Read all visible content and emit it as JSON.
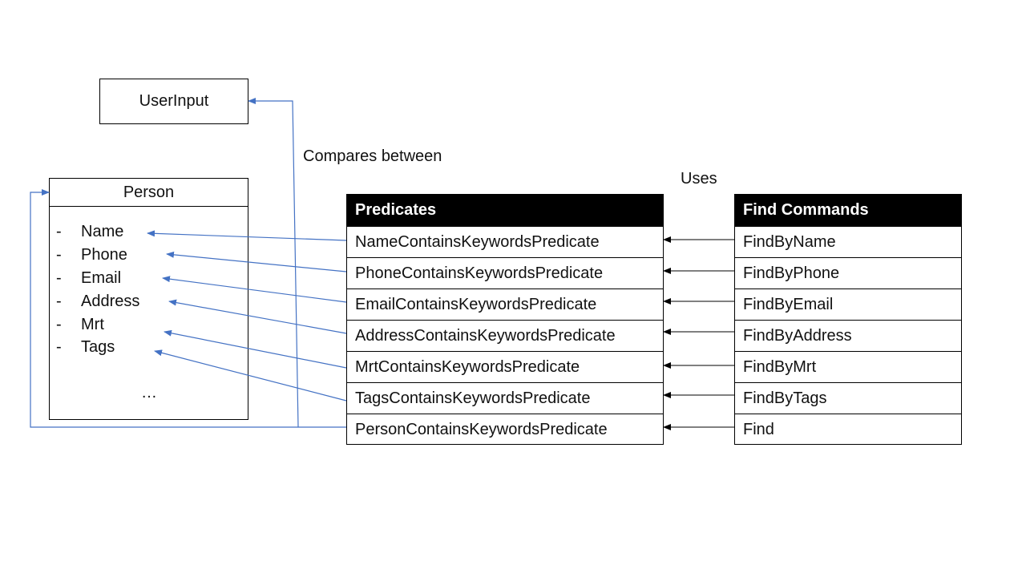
{
  "user_input": {
    "label": "UserInput"
  },
  "person": {
    "title": "Person",
    "fields": [
      {
        "dash": "-",
        "name": "Name"
      },
      {
        "dash": "-",
        "name": "Phone"
      },
      {
        "dash": "-",
        "name": "Email"
      },
      {
        "dash": "-",
        "name": "Address"
      },
      {
        "dash": "-",
        "name": "Mrt"
      },
      {
        "dash": "-",
        "name": "Tags"
      }
    ],
    "more": "…"
  },
  "labels": {
    "compares_between": "Compares between",
    "uses": "Uses"
  },
  "predicates": {
    "header": "Predicates",
    "rows": [
      "NameContainsKeywordsPredicate",
      "PhoneContainsKeywordsPredicate",
      "EmailContainsKeywordsPredicate",
      "AddressContainsKeywordsPredicate",
      "MrtContainsKeywordsPredicate",
      "TagsContainsKeywordsPredicate",
      "PersonContainsKeywordsPredicate"
    ]
  },
  "find_commands": {
    "header": "Find Commands",
    "rows": [
      "FindByName",
      "FindByPhone",
      "FindByEmail",
      "FindByAddress",
      "FindByMrt",
      "FindByTags",
      "Find"
    ]
  },
  "colors": {
    "blue_connector": "#4472C4",
    "black_connector": "#000000",
    "header_bg": "#000000",
    "header_text": "#ffffff"
  }
}
